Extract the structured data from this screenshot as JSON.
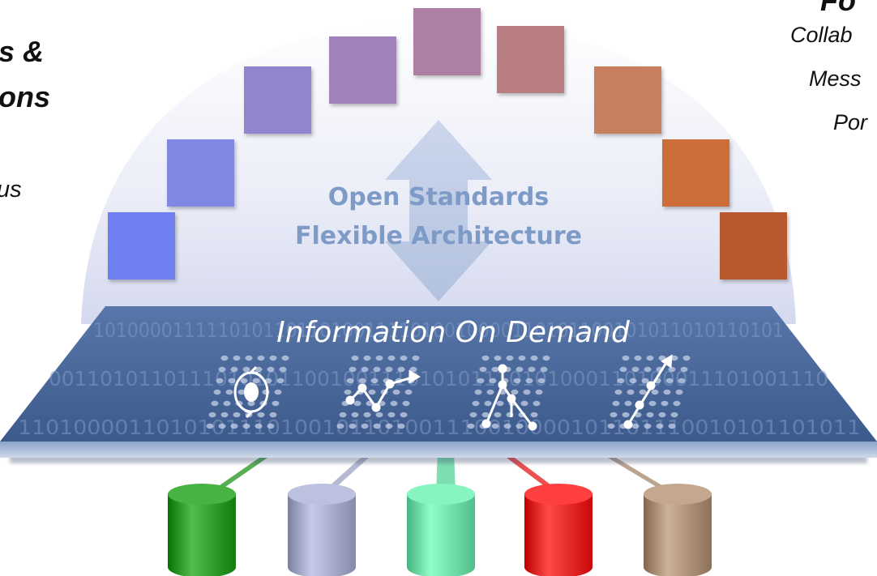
{
  "left_text": {
    "line1": "s &",
    "line2": "ons",
    "line3": "us"
  },
  "right_text": {
    "line0": "Fo",
    "line1": "Collab",
    "line2": "Mess",
    "line3": "Por"
  },
  "center": {
    "line1": "Open Standards",
    "line2": "Flexible Architecture"
  },
  "platform": {
    "title": "Information On Demand",
    "binary_rows": [
      "1010000111110101101101001111010010000110101100101011010110101",
      "0011010110111010101100100111010101110101000110100011101001110",
      "1101000011010101110100101101001110010000101101110010101101011"
    ]
  },
  "arc_block_colors": [
    "#6f7ff0",
    "#8188e4",
    "#9185cf",
    "#a083bb",
    "#ad7fa2",
    "#b97e82",
    "#c87f60",
    "#cd6d38",
    "#b85a2e",
    "#933a14"
  ],
  "cylinder_colors": [
    "#2f9a2a",
    "#a3a8c6",
    "#6fdca8",
    "#e52626",
    "#aa8f74"
  ],
  "icons": [
    "cycle-icon",
    "trend-line-icon",
    "tree-branch-icon",
    "scatter-trend-icon"
  ]
}
